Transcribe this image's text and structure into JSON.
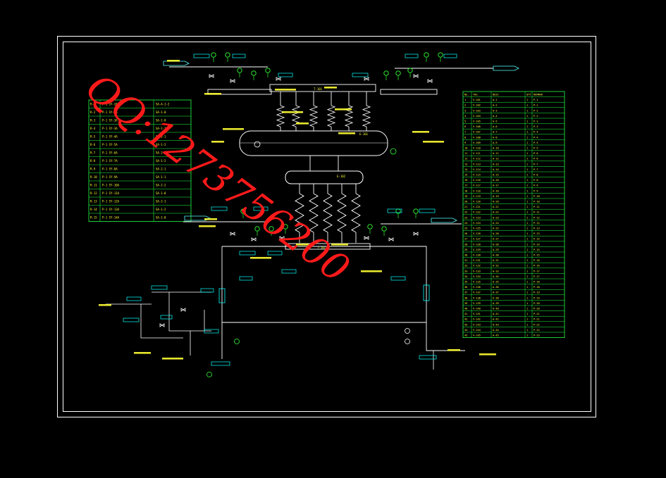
{
  "watermark": {
    "text": "QQ:1273756200",
    "color": "#ff1a1a"
  },
  "colors": {
    "frame": "#ffffff",
    "line": "#ffffff",
    "table": "#22ff44",
    "text_yellow": "#ffff33",
    "text_green": "#33ff55",
    "label_cyan": "#00ffff",
    "instrument_green": "#33ff33",
    "arrow_cyan": "#55ffff"
  },
  "diagram": {
    "left_table_rows": [
      {
        "tag": "R-1",
        "desc": "P-1 SY-2A",
        "spec": "SA-A-1-2"
      },
      {
        "tag": "R-2",
        "desc": "P-1 SY-2A",
        "spec": "SA-1-0"
      },
      {
        "tag": "R-3",
        "desc": "P-1 SY-3A",
        "spec": "SA-1-0"
      },
      {
        "tag": "R-4",
        "desc": "P-1 SY-3A",
        "spec": "SA-1-2"
      },
      {
        "tag": "R-5",
        "desc": "P-1 SY-4A",
        "spec": "SA-2-1"
      },
      {
        "tag": "R-6",
        "desc": "P-1 SY-5A",
        "spec": "SA-1-2"
      },
      {
        "tag": "R-7",
        "desc": "P-1 SY-6A",
        "spec": "SA-2-0"
      },
      {
        "tag": "R-8",
        "desc": "P-1 SY-7A",
        "spec": "SA-1-2"
      },
      {
        "tag": "R-9",
        "desc": "P-1 SY-8A",
        "spec": "SA-2-1"
      },
      {
        "tag": "R-10",
        "desc": "P-1 SY-9A",
        "spec": "SA-1-1"
      },
      {
        "tag": "R-11",
        "desc": "P-1 SY-10A",
        "spec": "SA-2-2"
      },
      {
        "tag": "R-12",
        "desc": "P-1 SY-11A",
        "spec": "SA-1-0"
      },
      {
        "tag": "R-13",
        "desc": "P-1 SY-12A",
        "spec": "SA-2-1"
      },
      {
        "tag": "R-14",
        "desc": "P-1 SY-13A",
        "spec": "SA-1-2"
      },
      {
        "tag": "R-15",
        "desc": "P-1 SY-14A",
        "spec": "SA-1-0"
      }
    ],
    "right_table_header": [
      "No.",
      "TAG",
      "DESC",
      "QTY",
      "REMARK"
    ],
    "right_table_rows": [
      [
        "1",
        "V-101",
        "A-1",
        "1",
        "P-1"
      ],
      [
        "2",
        "V-102",
        "A-2",
        "1",
        "P-1"
      ],
      [
        "3",
        "V-103",
        "A-3",
        "1",
        "P-2"
      ],
      [
        "4",
        "V-104",
        "A-4",
        "1",
        "P-2"
      ],
      [
        "5",
        "V-105",
        "A-5",
        "1",
        "P-3"
      ],
      [
        "6",
        "V-106",
        "A-6",
        "1",
        "P-3"
      ],
      [
        "7",
        "V-107",
        "A-7",
        "1",
        "P-4"
      ],
      [
        "8",
        "V-108",
        "A-8",
        "1",
        "P-4"
      ],
      [
        "9",
        "V-109",
        "A-9",
        "1",
        "P-5"
      ],
      [
        "10",
        "V-110",
        "A-10",
        "1",
        "P-5"
      ],
      [
        "11",
        "V-111",
        "A-11",
        "1",
        "P-6"
      ],
      [
        "12",
        "V-112",
        "A-12",
        "1",
        "P-6"
      ],
      [
        "13",
        "V-113",
        "A-13",
        "1",
        "P-7"
      ],
      [
        "14",
        "V-114",
        "A-14",
        "1",
        "P-7"
      ],
      [
        "15",
        "V-115",
        "A-15",
        "1",
        "P-8"
      ],
      [
        "16",
        "V-116",
        "A-16",
        "1",
        "P-8"
      ],
      [
        "17",
        "V-117",
        "A-17",
        "1",
        "P-9"
      ],
      [
        "18",
        "V-118",
        "A-18",
        "1",
        "P-9"
      ],
      [
        "19",
        "V-119",
        "A-19",
        "1",
        "P-10"
      ],
      [
        "20",
        "V-120",
        "A-20",
        "1",
        "P-10"
      ],
      [
        "21",
        "V-121",
        "A-21",
        "1",
        "P-11"
      ],
      [
        "22",
        "V-122",
        "A-22",
        "1",
        "P-11"
      ],
      [
        "23",
        "V-123",
        "A-23",
        "1",
        "P-12"
      ],
      [
        "24",
        "V-124",
        "A-24",
        "1",
        "P-12"
      ],
      [
        "25",
        "V-125",
        "A-25",
        "1",
        "P-13"
      ],
      [
        "26",
        "V-126",
        "A-26",
        "1",
        "P-13"
      ],
      [
        "27",
        "V-127",
        "A-27",
        "1",
        "P-14"
      ],
      [
        "28",
        "V-128",
        "A-28",
        "1",
        "P-14"
      ],
      [
        "29",
        "V-129",
        "A-29",
        "1",
        "P-15"
      ],
      [
        "30",
        "V-130",
        "A-30",
        "1",
        "P-15"
      ],
      [
        "31",
        "V-131",
        "A-31",
        "1",
        "P-16"
      ],
      [
        "32",
        "V-132",
        "A-32",
        "1",
        "P-16"
      ],
      [
        "33",
        "V-133",
        "A-33",
        "1",
        "P-17"
      ],
      [
        "34",
        "V-134",
        "A-34",
        "1",
        "P-17"
      ],
      [
        "35",
        "V-135",
        "A-35",
        "1",
        "P-18"
      ],
      [
        "36",
        "V-136",
        "A-36",
        "1",
        "P-18"
      ],
      [
        "37",
        "V-137",
        "A-37",
        "1",
        "P-19"
      ],
      [
        "38",
        "V-138",
        "A-38",
        "1",
        "P-19"
      ],
      [
        "39",
        "V-139",
        "A-39",
        "1",
        "P-20"
      ],
      [
        "40",
        "V-140",
        "A-40",
        "1",
        "P-20"
      ],
      [
        "41",
        "V-141",
        "A-41",
        "1",
        "P-21"
      ],
      [
        "42",
        "V-142",
        "A-42",
        "1",
        "P-21"
      ],
      [
        "43",
        "V-143",
        "A-43",
        "1",
        "P-22"
      ],
      [
        "44",
        "V-144",
        "A-44",
        "1",
        "P-22"
      ],
      [
        "45",
        "V-145",
        "A-45",
        "1",
        "P-23"
      ]
    ],
    "upper_vessel_label": "E-101",
    "lower_vessel_label": "E-102",
    "upper_header_label": "T-101",
    "lower_header_label": "T-102"
  }
}
